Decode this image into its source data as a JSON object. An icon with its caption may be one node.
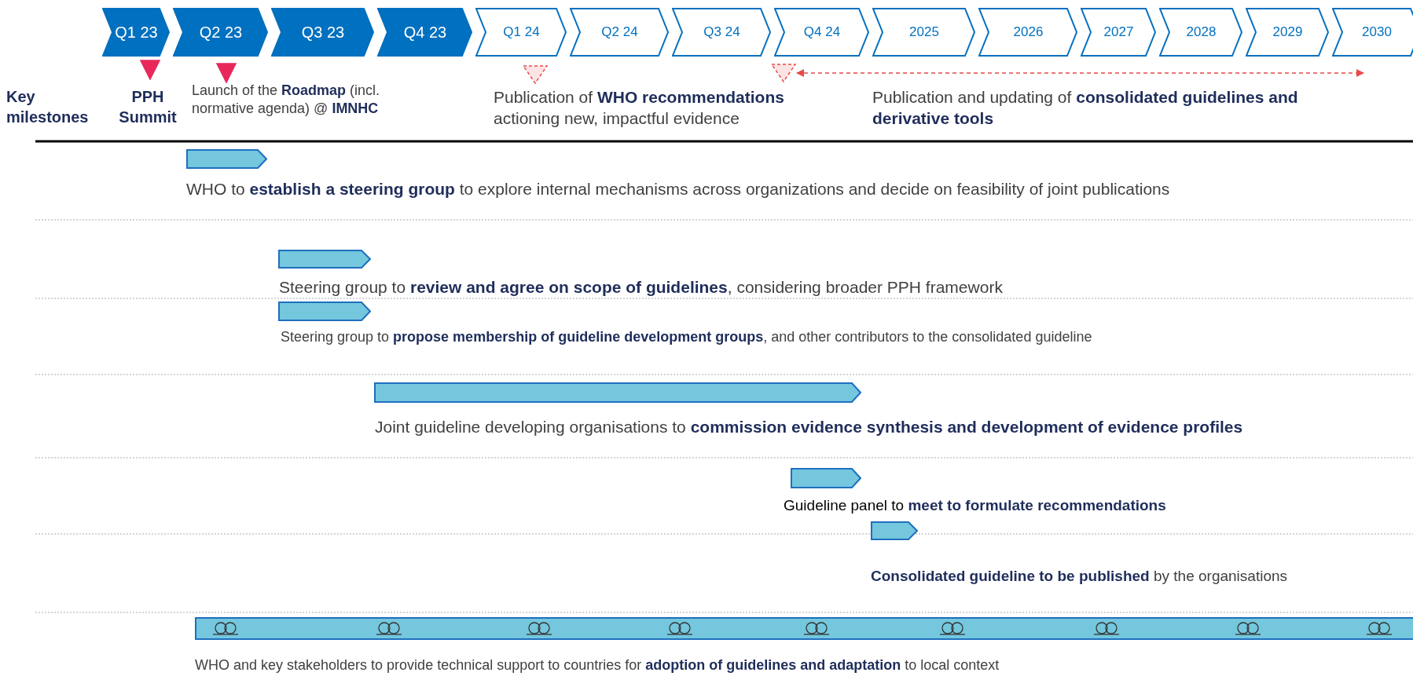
{
  "diagram": {
    "nodes": [
      {
        "text": [
          "Q1 23"
        ]
      },
      {
        "text": [
          "Q2 23"
        ]
      },
      {
        "text": [
          "Q3 23"
        ]
      },
      {
        "text": [
          "Q4 23"
        ]
      },
      {
        "text": [
          "Q1 24"
        ]
      },
      {
        "text": [
          "Q2 24"
        ]
      },
      {
        "text": [
          "Q3 24"
        ]
      },
      {
        "text": [
          "Q4 24"
        ]
      },
      {
        "text": [
          "2025"
        ]
      },
      {
        "text": [
          "2026"
        ]
      },
      {
        "text": [
          "2027"
        ]
      },
      {
        "text": [
          "2028"
        ]
      },
      {
        "text": [
          "2029"
        ]
      },
      {
        "text": [
          "2030"
        ]
      },
      {
        "text": [
          "PPH Summit"
        ]
      },
      {
        "text": [
          "Launch of the **Roadmap** (incl. normative agenda) @ **IMNHC**"
        ]
      },
      {
        "text": [
          "Publication of **WHO recommendations** actioning new, impactful evidence"
        ]
      },
      {
        "text": [],
        "shape": "triangle"
      },
      {
        "text": [
          "WHO to **establish a steering group** to explore internal mechanisms across organizations and decide on feasibility of joint publications"
        ]
      },
      {
        "text": [
          "Steering group to **review and agree on scope of guidelines**, considering broader PPH framework"
        ]
      },
      {
        "text": [
          "Steering group to **propose membership of guideline development groups**, and other contributors to the consolidated guideline"
        ]
      },
      {
        "text": [
          "Joint guideline developing organisations to **commission evidence synthesis and development of evidence profiles**"
        ]
      },
      {
        "text": [
          "Guideline panel to **meet to formulate recommendations**"
        ]
      },
      {
        "text": [
          "**Consolidated guideline to be published** by the organisations"
        ]
      },
      {
        "text": [
          "WHO and key stakeholders to provide technical support to countries for **adoption of guidelines and adaptation** to local context"
        ]
      }
    ],
    "edges": [
      {
        "from": 17,
        "to": 13,
        "arrow": "both",
        "style": "dashed",
        "color": "#e84a4a"
      }
    ],
    "labels": [
      "Key milestones",
      "Publication and updating of **consolidated guidelines and derivative tools**"
    ]
  }
}
